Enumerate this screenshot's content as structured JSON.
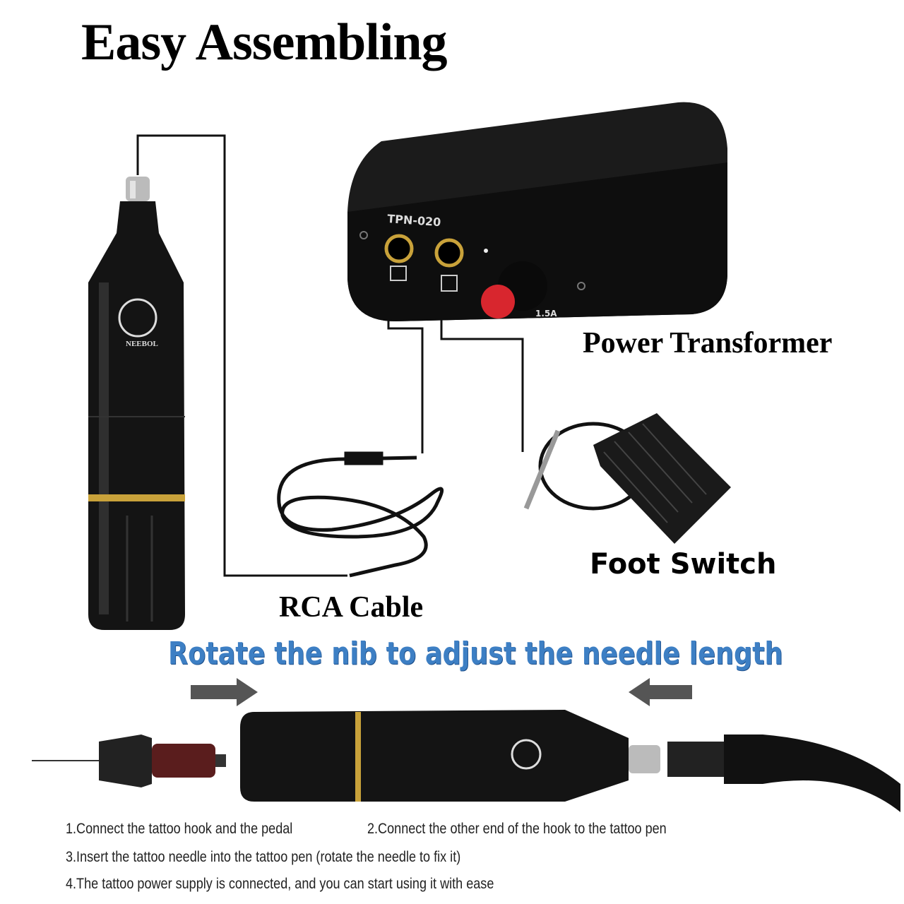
{
  "title": "Easy Assembling",
  "labels": {
    "power_transformer": "Power Transformer",
    "foot_switch": "Foot Switch",
    "rca_cable": "RCA Cable"
  },
  "transformer": {
    "model": "TPN-020",
    "current": "1.5A"
  },
  "pen_brand": "NEEBOL",
  "subtitle": "Rotate the nib to adjust the needle length",
  "steps": [
    "1.Connect the tattoo hook and the pedal",
    "2.Connect the other end of the hook to the tattoo pen",
    "3.Insert the tattoo needle into the tattoo pen (rotate the needle to fix it)",
    "4.The tattoo power supply is connected, and you can start using it with ease"
  ],
  "colors": {
    "accent_blue": "#3d7fc4",
    "knob_red": "#d8262e",
    "gold": "#c9a23a"
  }
}
